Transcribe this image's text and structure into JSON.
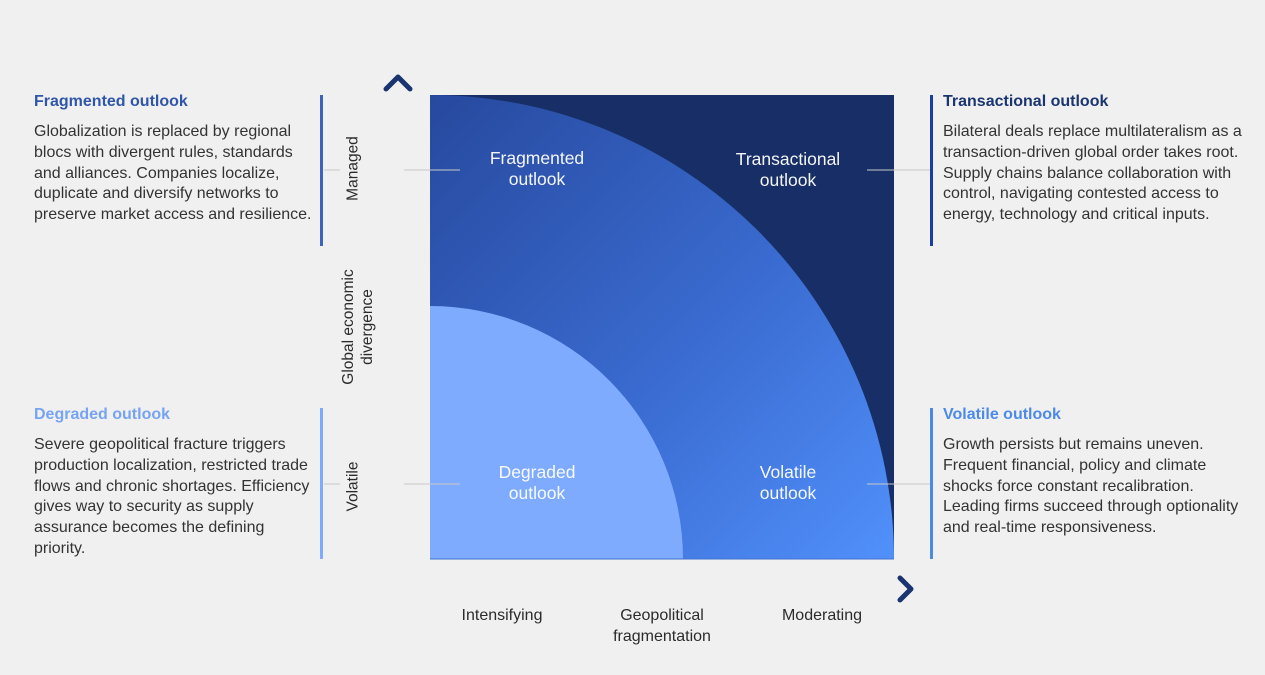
{
  "colors": {
    "dark_navy": "#172f66",
    "mid_blue_top": "#2a4ea3",
    "mid_blue_bottom": "#4f8ef5",
    "light_blue": "#7eabfd",
    "fragmented_title": "#2f56a8",
    "transactional_title": "#1b3570",
    "degraded_title": "#76a4f2",
    "volatile_title": "#4d8ae8",
    "text": "#333333"
  },
  "diagram": {
    "y_axis": {
      "title": "Global economic divergence",
      "title_lines": [
        "Global economic",
        "divergence"
      ],
      "top_label": "Managed",
      "bottom_label": "Volatile"
    },
    "x_axis": {
      "title_lines": [
        "Geopolitical",
        "fragmentation"
      ],
      "left_label": "Intensifying",
      "right_label": "Moderating"
    },
    "quadrants": {
      "fragmented": [
        "Fragmented",
        "outlook"
      ],
      "transactional": [
        "Transactional",
        "outlook"
      ],
      "degraded": [
        "Degraded",
        "outlook"
      ],
      "volatile": [
        "Volatile",
        "outlook"
      ]
    }
  },
  "outlooks": {
    "fragmented": {
      "title": "Fragmented outlook",
      "body": "Globalization is replaced by regional blocs with divergent rules, standards and alliances. Companies localize, duplicate and diversify networks to preserve market access and resilience."
    },
    "degraded": {
      "title": "Degraded outlook",
      "body": "Severe geopolitical fracture triggers production localization, restricted trade flows and chronic shortages. Efficiency gives way to security as supply assurance becomes the defining priority."
    },
    "transactional": {
      "title": "Transactional outlook",
      "body": "Bilateral deals replace multilateralism as a transaction-driven global order takes root. Supply chains balance collaboration with control, navigating contested access to energy, technology and critical inputs."
    },
    "volatile": {
      "title": "Volatile outlook",
      "body": "Growth persists but remains uneven. Frequent financial, policy and climate shocks force constant recalibration. Leading firms succeed through optionality and real-time responsiveness."
    }
  }
}
